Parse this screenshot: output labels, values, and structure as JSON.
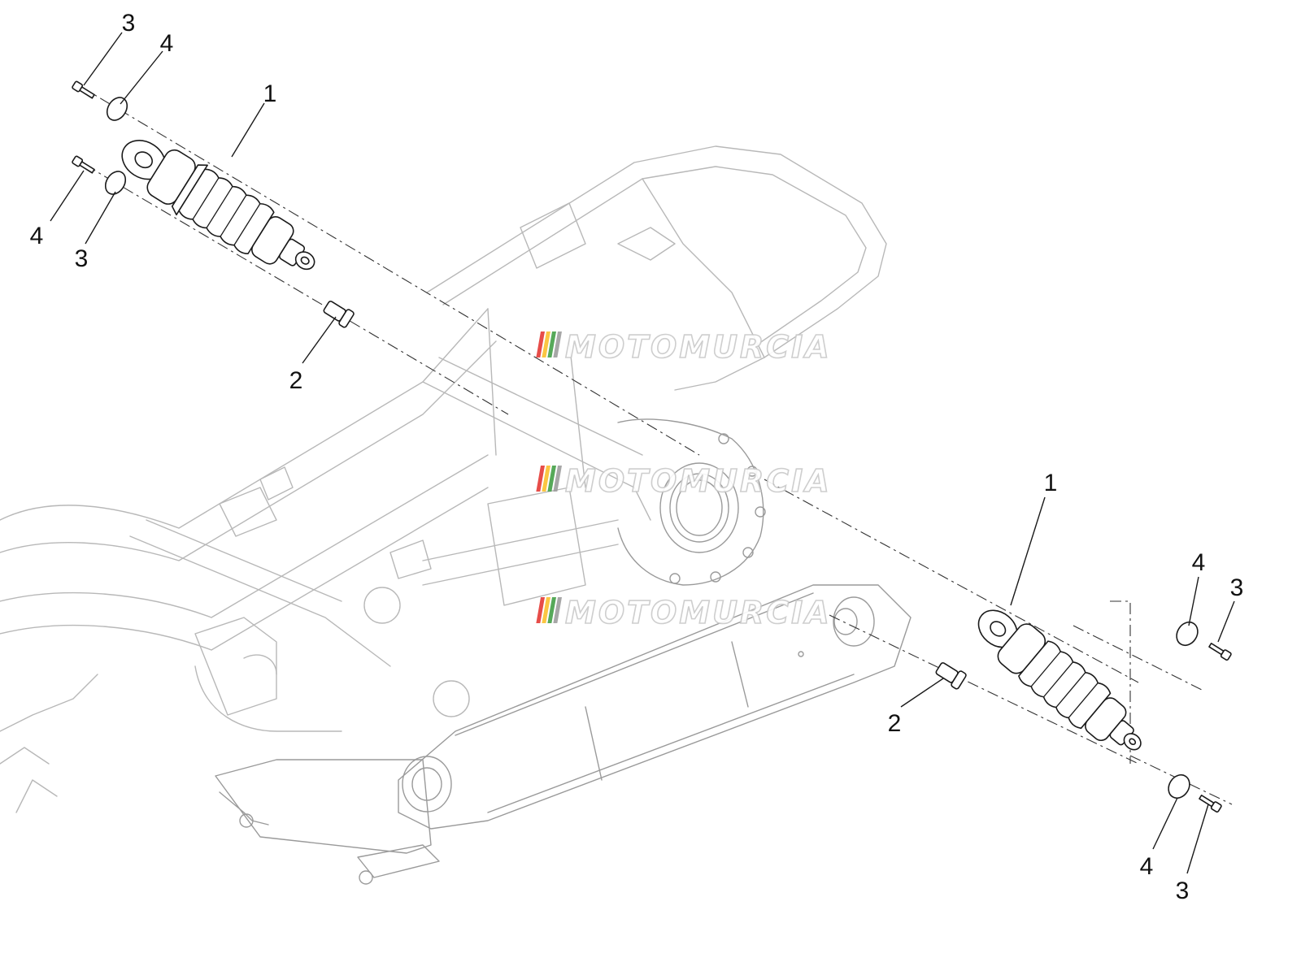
{
  "diagram": {
    "watermark": {
      "text": "MOTOMURCIA",
      "stripe_colors": [
        "#e53935",
        "#fbc02d",
        "#43a047",
        "#9e9e9e"
      ]
    },
    "callouts": [
      {
        "label": "3"
      },
      {
        "label": "4"
      },
      {
        "label": "1"
      },
      {
        "label": "4"
      },
      {
        "label": "3"
      },
      {
        "label": "2"
      },
      {
        "label": "1"
      },
      {
        "label": "4"
      },
      {
        "label": "3"
      },
      {
        "label": "2"
      },
      {
        "label": "4"
      },
      {
        "label": "3"
      }
    ]
  }
}
